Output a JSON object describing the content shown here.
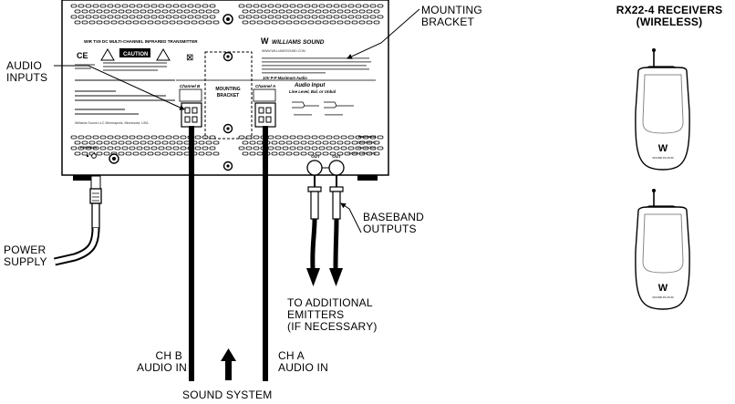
{
  "callouts": {
    "mounting_bracket": [
      "MOUNTING",
      "BRACKET"
    ],
    "audio_inputs": [
      "AUDIO",
      "INPUTS"
    ],
    "baseband_outputs": [
      "BASEBAND",
      "OUTPUTS"
    ],
    "power_supply": [
      "POWER",
      "SUPPLY"
    ],
    "emitters": [
      "TO ADDITIONAL",
      "EMITTERS",
      "(IF NECESSARY)"
    ],
    "ch_b": [
      "CH B",
      "AUDIO IN"
    ],
    "ch_a": [
      "CH A",
      "AUDIO IN"
    ],
    "sound_system": "SOUND SYSTEM"
  },
  "receivers": {
    "title": [
      "RX22-4 RECEIVERS",
      "(WIRELESS)"
    ],
    "brand": "SOUND PLUS IR"
  },
  "transmitter": {
    "model_title": "WIR TX9 DC MULTI-CHANNEL INFRARED TRANSMITTER",
    "brand": "WILLIAMS SOUND",
    "website": "WWW.WILLIAMSSOUND.COM",
    "caution": "CAUTION",
    "bracket_label": [
      "MOUNTING",
      "BRACKET"
    ],
    "channel_b": "Channel B",
    "channel_a": "Channel A",
    "audio_input": "Audio Input",
    "audio_input_sub": "Line Level, Bal. or Unbal",
    "max_volts": "10V P-P Maximum Audio",
    "power_in": "POWER IN",
    "out_labels": [
      "OUT",
      "OUT"
    ],
    "baseband_note": [
      "Baseband",
      "(Modulation)",
      "Use 52 Ohm",
      "Coaxial Cable Only"
    ],
    "made_in": "Williams Sound LLC Minneapolis, Minnesota, USA"
  }
}
